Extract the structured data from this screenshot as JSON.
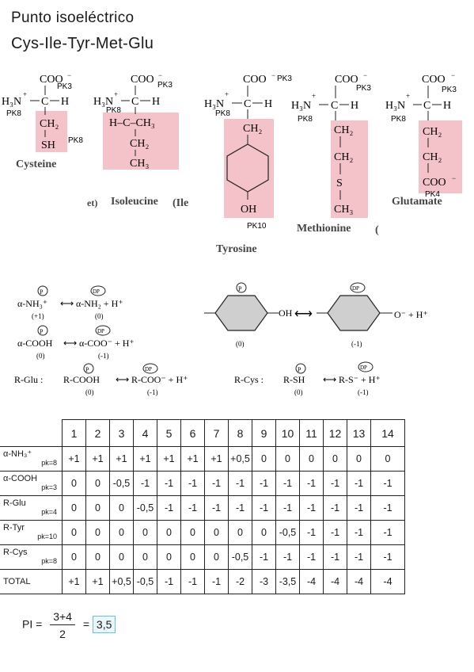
{
  "title": {
    "line1": "Punto isoeléctrico",
    "line2": "Cys-Ile-Tyr-Met-Glu"
  },
  "structures": {
    "coo": "COO",
    "h3n": "H₃N",
    "h": "H",
    "ch2": "CH₂",
    "ch3": "CH₃",
    "sh": "SH",
    "s": "S",
    "oh": "OH",
    "h_ch3": "H–C–CH₃",
    "pk3": "PK3",
    "pk8": "PK8",
    "pk10": "PK10",
    "pk4": "PK4",
    "names": {
      "cysteine": "Cysteine",
      "isoleucine": "Isoleucine",
      "ile": "(Ile",
      "et": "et)",
      "tyrosine": "Tyrosine",
      "methionine": "Methionine",
      "methionine_paren": "(",
      "glutamate": "Glutamate"
    },
    "highlight_color": "#f4c2c9"
  },
  "equations": {
    "p": "P",
    "dp": "DP",
    "amine": {
      "left": "α-NH₃⁺",
      "right": "α-NH₂ + H⁺",
      "charge_left": "(+1)",
      "charge_right": "(0)"
    },
    "carboxyl": {
      "left": "α-COOH",
      "right": "α-COO⁻ + H⁺",
      "charge_left": "(0)",
      "charge_right": "(-1)"
    },
    "glu": {
      "label": "R-Glu :",
      "left": "R-COOH",
      "right": "R-COO⁻ + H⁺",
      "charge_left": "(0)",
      "charge_right": "(-1)"
    },
    "cys": {
      "label": "R-Cys :",
      "left": "R-SH",
      "right": "R-S⁻ + H⁺",
      "charge_left": "(0)",
      "charge_right": "(-1)"
    },
    "tyr": {
      "oh": "OH",
      "o_minus": "O⁻ + H⁺",
      "charge_left": "(0)",
      "charge_right": "(-1)"
    },
    "arrow": "⟷"
  },
  "table": {
    "headers": [
      "1",
      "2",
      "3",
      "4",
      "5",
      "6",
      "7",
      "8",
      "9",
      "10",
      "11",
      "12",
      "13",
      "14"
    ],
    "rows": [
      {
        "label": "α-NH₃⁺",
        "pk": "pk=8",
        "values": [
          "+1",
          "+1",
          "+1",
          "+1",
          "+1",
          "+1",
          "+1",
          "+0,5",
          "0",
          "0",
          "0",
          "0",
          "0",
          "0"
        ]
      },
      {
        "label": "α-COOH",
        "pk": "pk=3",
        "values": [
          "0",
          "0",
          "-0,5",
          "-1",
          "-1",
          "-1",
          "-1",
          "-1",
          "-1",
          "-1",
          "-1",
          "-1",
          "-1",
          "-1"
        ]
      },
      {
        "label": "R-Glu",
        "pk": "pk=4",
        "values": [
          "0",
          "0",
          "0",
          "-0,5",
          "-1",
          "-1",
          "-1",
          "-1",
          "-1",
          "-1",
          "-1",
          "-1",
          "-1",
          "-1"
        ]
      },
      {
        "label": "R-Tyr",
        "pk": "pk=10",
        "values": [
          "0",
          "0",
          "0",
          "0",
          "0",
          "0",
          "0",
          "0",
          "0",
          "-0,5",
          "-1",
          "-1",
          "-1",
          "-1"
        ]
      },
      {
        "label": "R-Cys",
        "pk": "pk=8",
        "values": [
          "0",
          "0",
          "0",
          "0",
          "0",
          "0",
          "0",
          "-0,5",
          "-1",
          "-1",
          "-1",
          "-1",
          "-1",
          "-1"
        ]
      },
      {
        "label": "TOTAL",
        "pk": "",
        "values": [
          "+1",
          "+1",
          "+0,5",
          "-0,5",
          "-1",
          "-1",
          "-1",
          "-2",
          "-3",
          "-3,5",
          "-4",
          "-4",
          "-4",
          "-4"
        ]
      }
    ]
  },
  "pi": {
    "label": "PI =",
    "numerator": "3+4",
    "denominator": "2",
    "equals": "=",
    "result": "3,5"
  }
}
